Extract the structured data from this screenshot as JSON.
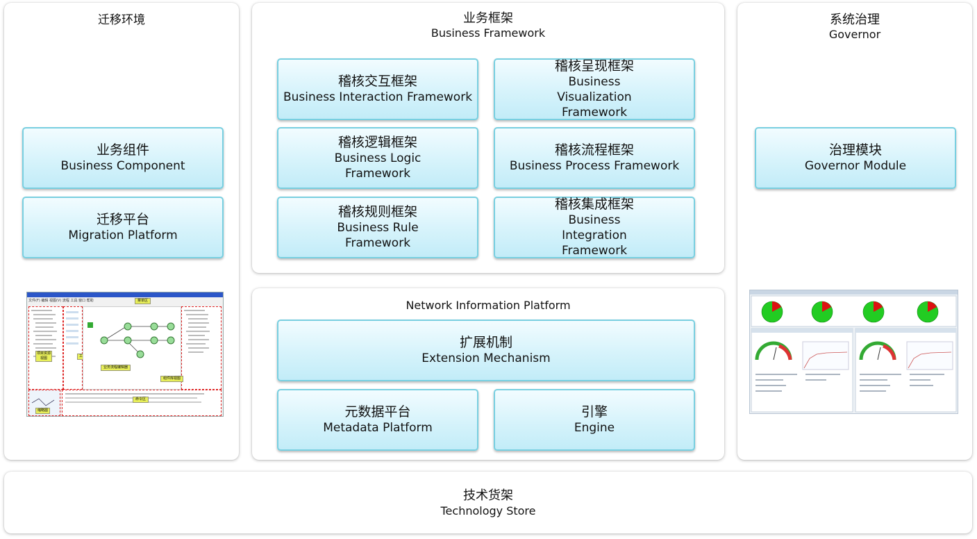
{
  "migration": {
    "title": "迁移环境",
    "components": [
      {
        "zh": "业务组件",
        "en": "Business Component"
      },
      {
        "zh": "迁移平台",
        "en": "Migration Platform"
      }
    ],
    "screenshot": {
      "menu": "文件(F)  编辑  视图(V)  流程  工具  窗口  帮助",
      "top_callout": "菜单区",
      "left_callout": "项目资源视图",
      "toolbar_callout": "工具栏",
      "canvas_callout": "业务流程编辑器",
      "right_callout": "组件库视图",
      "bottom_callout": "命令区",
      "mini_callout": "缩略图"
    }
  },
  "business": {
    "title_zh": "业务框架",
    "title_en": "Business Framework",
    "frameworks": [
      {
        "zh": "稽核交互框架",
        "en": "Business Interaction Framework"
      },
      {
        "zh": "稽核呈现框架",
        "en": "Business Visualization Framework"
      },
      {
        "zh": "稽核逻辑框架",
        "en": "Business Logic Framework"
      },
      {
        "zh": "稽核流程框架",
        "en": "Business Process Framework"
      },
      {
        "zh": "稽核规则框架",
        "en": "Business Rule Framework"
      },
      {
        "zh": "稽核集成框架",
        "en": "Business Integration Framework"
      }
    ]
  },
  "nip": {
    "title": "Network Information Platform",
    "extension": {
      "zh": "扩展机制",
      "en": "Extension Mechanism"
    },
    "metadata": {
      "zh": "元数据平台",
      "en": "Metadata Platform"
    },
    "engine": {
      "zh": "引擎",
      "en": "Engine"
    }
  },
  "governor": {
    "title_zh": "系统治理",
    "title_en": "Governor",
    "module": {
      "zh": "治理模块",
      "en": "Governor Module"
    }
  },
  "store": {
    "zh": "技术货架",
    "en": "Technology Store"
  },
  "colors": {
    "box_border": "#78cfe0",
    "box_fill": "#d6f3fb",
    "pie_green": "#22cc22",
    "pie_red": "#dd1111",
    "window_title": "#2b56c8"
  }
}
